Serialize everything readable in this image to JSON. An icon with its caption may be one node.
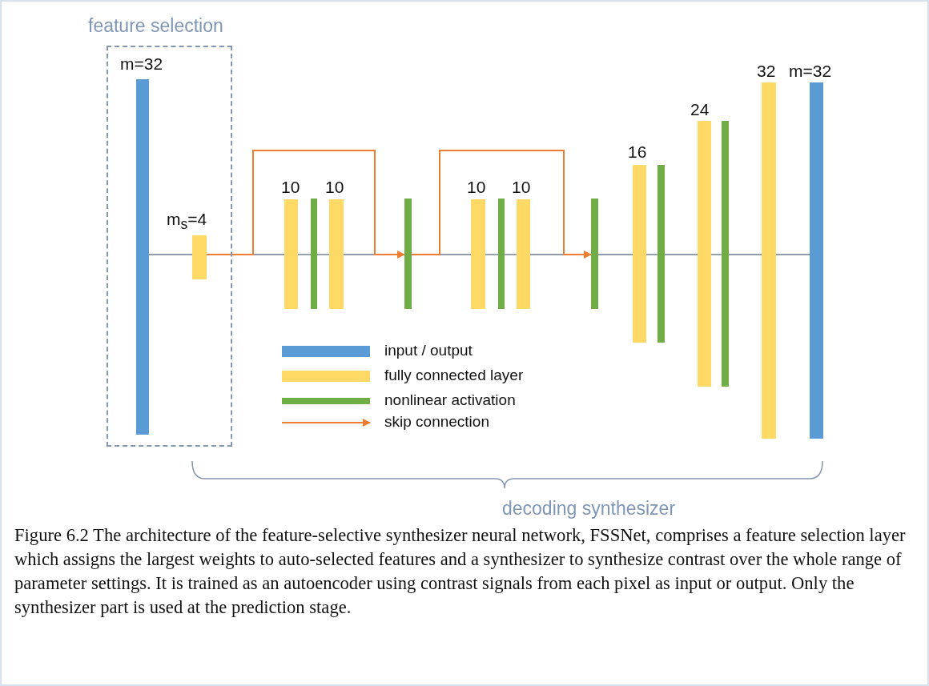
{
  "diagram": {
    "caption": "Figure 6.2 The architecture of the feature-selective synthesizer neural network, FSSNet, comprises a feature selection layer which assigns the largest weights to auto-selected features and a synthesizer to synthesize contrast over the whole range of parameter settings. It is trained as an autoencoder using contrast signals from each pixel as input or output. Only the synthesizer part is used at the prediction stage.",
    "nodes": [
      {
        "text": [
          "feature selection"
        ]
      },
      {
        "text": [],
        "shape": "bar",
        "beside": [
          "m=32"
        ],
        "in": 0
      },
      {
        "text": [],
        "shape": "bar",
        "beside": [
          "m$_{s}$=4"
        ],
        "in": 0
      },
      {
        "text": [],
        "shape": "bar",
        "beside": [
          "10"
        ]
      },
      {
        "text": [],
        "shape": "bar"
      },
      {
        "text": [],
        "shape": "bar",
        "beside": [
          "10"
        ]
      },
      {
        "text": [],
        "shape": "bar"
      },
      {
        "text": [],
        "shape": "bar",
        "beside": [
          "10"
        ]
      },
      {
        "text": [],
        "shape": "bar"
      },
      {
        "text": [],
        "shape": "bar",
        "beside": [
          "10"
        ]
      },
      {
        "text": [],
        "shape": "bar"
      },
      {
        "text": [],
        "shape": "bar",
        "beside": [
          "16"
        ]
      },
      {
        "text": [],
        "shape": "bar"
      },
      {
        "text": [],
        "shape": "bar",
        "beside": [
          "24"
        ]
      },
      {
        "text": [],
        "shape": "bar"
      },
      {
        "text": [],
        "shape": "bar",
        "beside": [
          "32"
        ]
      },
      {
        "text": [],
        "shape": "bar",
        "beside": [
          "m=32"
        ]
      }
    ],
    "edges": [
      {
        "from": 1,
        "to": 2,
        "arrow": "none"
      },
      {
        "from": 2,
        "to": 3,
        "arrow": "none"
      },
      {
        "from": 3,
        "to": 4,
        "arrow": "none"
      },
      {
        "from": 4,
        "to": 5,
        "arrow": "none"
      },
      {
        "from": 5,
        "to": 6,
        "arrow": "none"
      },
      {
        "from": 6,
        "to": 7,
        "arrow": "none"
      },
      {
        "from": 7,
        "to": 8,
        "arrow": "none"
      },
      {
        "from": 8,
        "to": 9,
        "arrow": "none"
      },
      {
        "from": 9,
        "to": 10,
        "arrow": "none"
      },
      {
        "from": 10,
        "to": 11,
        "arrow": "none"
      },
      {
        "from": 11,
        "to": 12,
        "arrow": "none"
      },
      {
        "from": 12,
        "to": 13,
        "arrow": "none"
      },
      {
        "from": 13,
        "to": 14,
        "arrow": "none"
      },
      {
        "from": 14,
        "to": 15,
        "arrow": "none"
      },
      {
        "from": 15,
        "to": 16,
        "arrow": "none"
      },
      {
        "from": 2,
        "to": 6,
        "arrow": "to",
        "color": "#ed7d31"
      },
      {
        "from": 6,
        "to": 10,
        "arrow": "to",
        "color": "#ed7d31"
      }
    ],
    "labels": [
      "decoding synthesizer"
    ],
    "legend": [
      {
        "text": "input / output",
        "color": "#5b9bd5"
      },
      {
        "text": "fully connected layer",
        "color": "#ffd966"
      },
      {
        "text": "nonlinear activation",
        "color": "#70ad47"
      },
      {
        "text": "skip connection"
      }
    ]
  }
}
